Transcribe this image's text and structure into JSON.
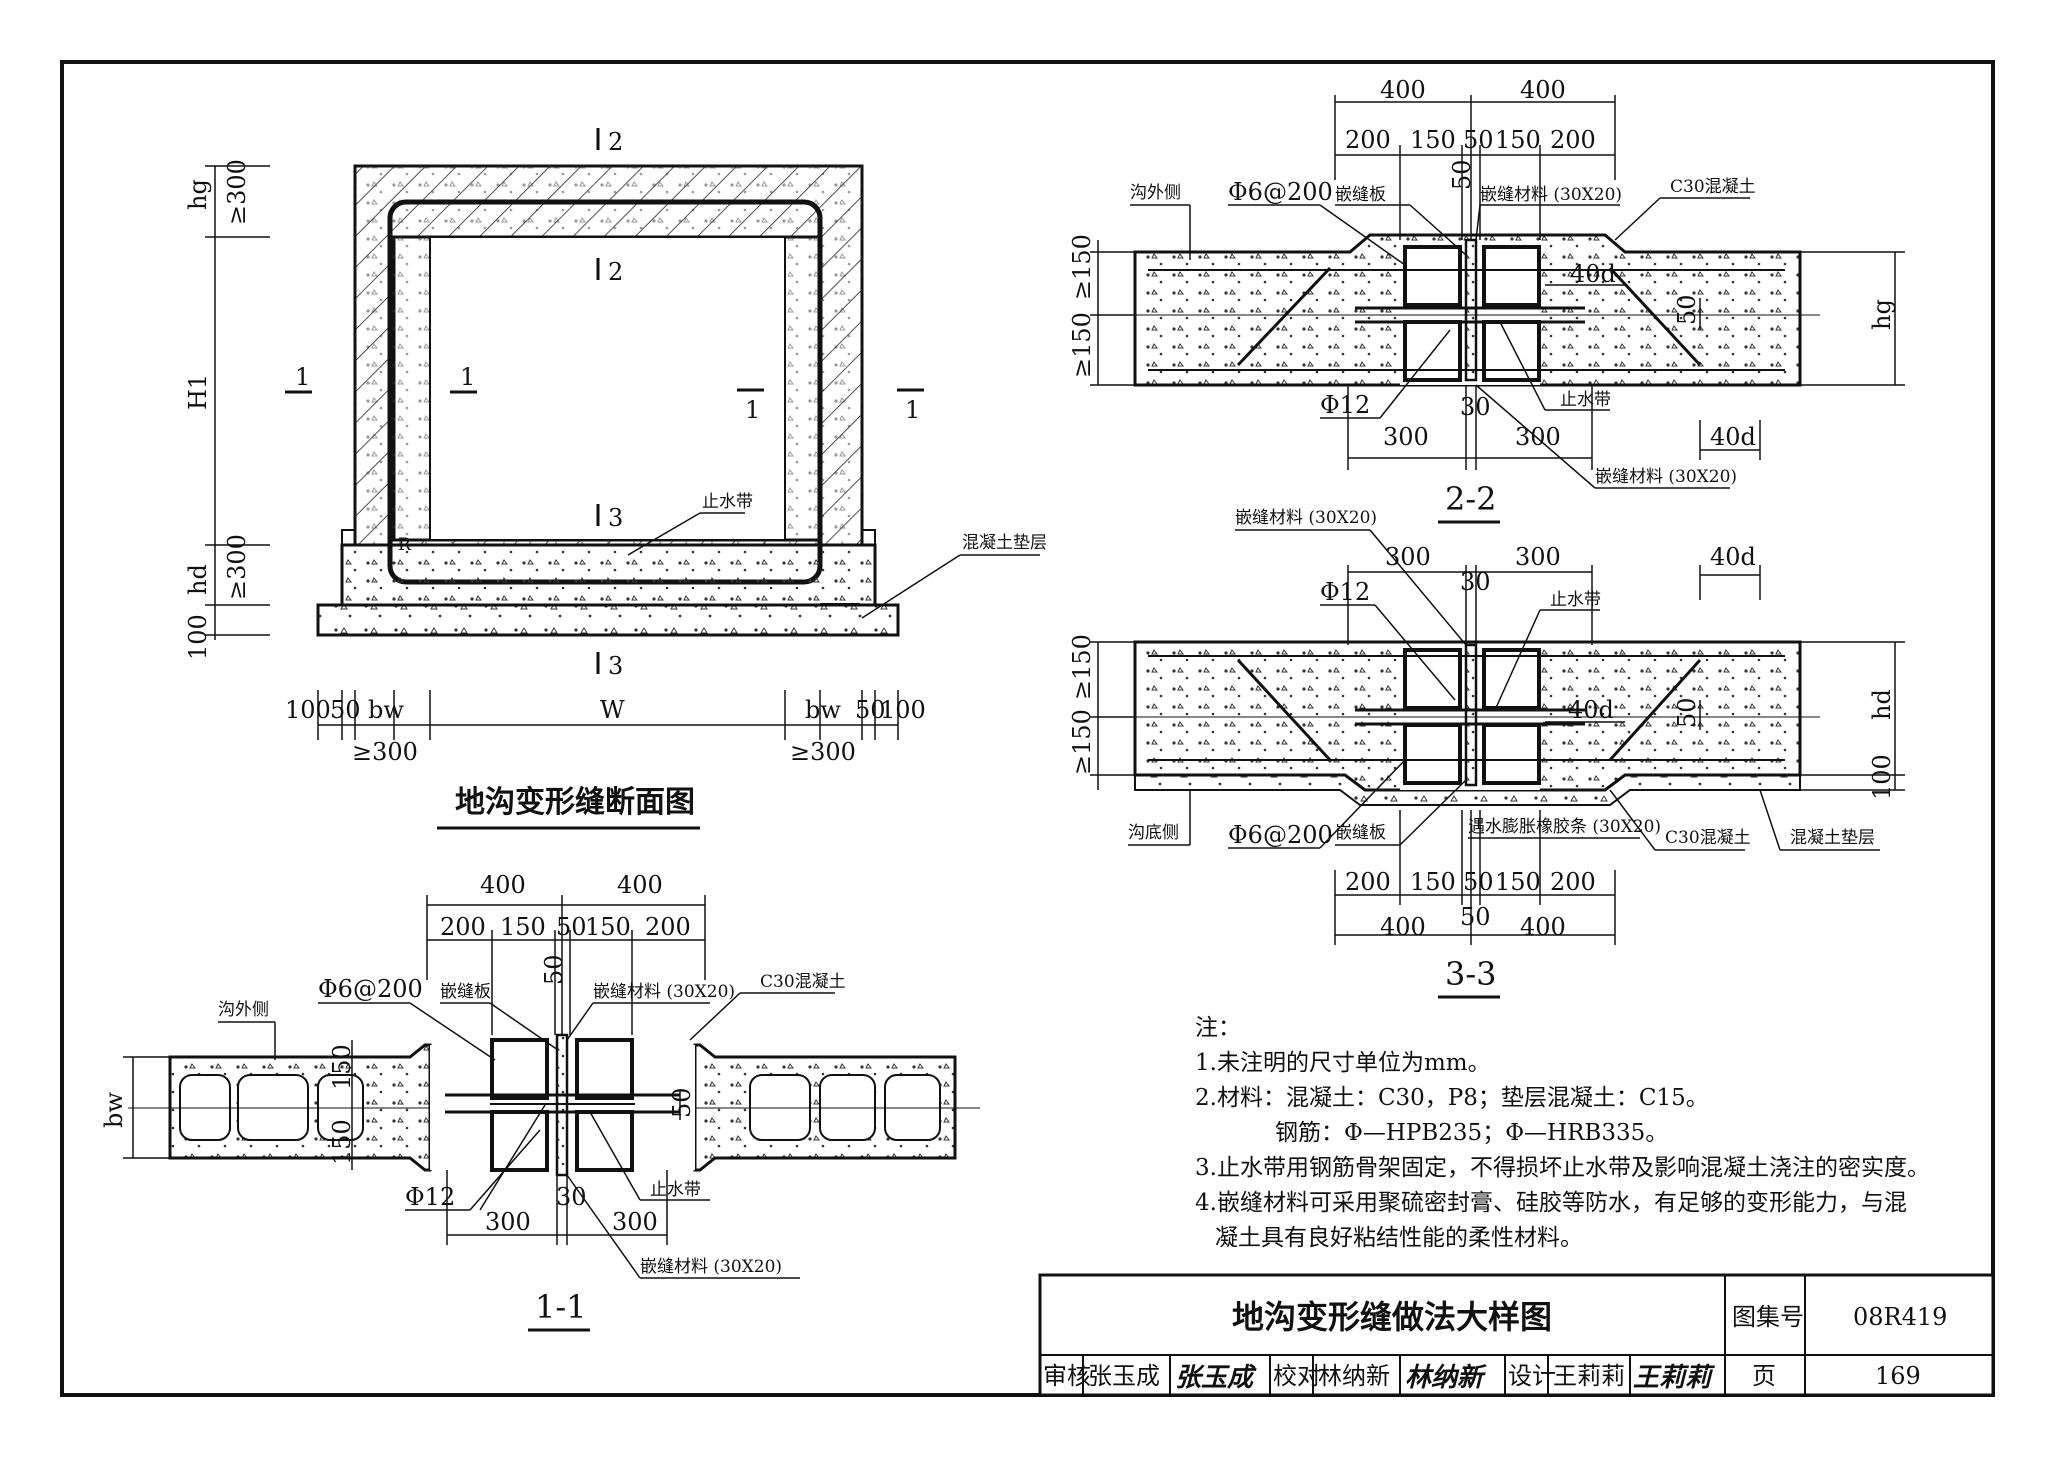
{
  "section_view": {
    "title": "地沟变形缝断面图",
    "cut_marks": [
      "1",
      "1",
      "1",
      "1",
      "2",
      "2",
      "3",
      "3"
    ],
    "dims_left": [
      "hg",
      "≥300",
      "H1",
      "hd",
      "≥300",
      "100"
    ],
    "dims_bottom": [
      "100",
      "50",
      "bw",
      "W",
      "bw",
      "50",
      "100"
    ],
    "dims_bottom_min": [
      "≥300",
      "≥300"
    ],
    "label_waterstop": "止水带",
    "label_cushion": "混凝土垫层",
    "label_r": "R"
  },
  "detail_11": {
    "title": "1-1",
    "label_outside": "沟外侧",
    "label_stirrup": "Φ6@200",
    "label_joint_board": "嵌缝板",
    "label_sealant_top": "嵌缝材料 (30X20)",
    "label_concrete": "C30混凝土",
    "label_rebar": "Φ12",
    "label_waterstop": "止水带",
    "label_sealant_bottom": "嵌缝材料 (30X20)",
    "dims_top": [
      "400",
      "400"
    ],
    "dims_top2": [
      "200",
      "150",
      "50",
      "150",
      "200"
    ],
    "dim_50_top": "50",
    "dims_bottom": [
      "300",
      "30",
      "300"
    ],
    "dim_left": "bw",
    "dim_150a": "150",
    "dim_150b": "150",
    "dim_50": "50"
  },
  "detail_22": {
    "title": "2-2",
    "label_outside": "沟外侧",
    "label_stirrup": "Φ6@200",
    "label_joint_board": "嵌缝板",
    "label_sealant_top": "嵌缝材料 (30X20)",
    "label_concrete": "C30混凝土",
    "label_rebar": "Φ12",
    "label_waterstop": "止水带",
    "label_sealant_bottom": "嵌缝材料 (30X20)",
    "dims_top": [
      "400",
      "400"
    ],
    "dims_top2": [
      "200",
      "150",
      "50",
      "150",
      "200"
    ],
    "dim_50_top": "50",
    "dims_bottom": [
      "300",
      "30",
      "300"
    ],
    "dim_40d_a": "40d",
    "dim_40d_b": "40d",
    "dim_50": "50",
    "dim_hg": "hg",
    "dim_150a": "≥150",
    "dim_150b": "≥150"
  },
  "detail_33": {
    "title": "3-3",
    "label_sealant_top": "嵌缝材料 (30X20)",
    "label_rebar": "Φ12",
    "label_waterstop": "止水带",
    "label_bottom_side": "沟底侧",
    "label_stirrup": "Φ6@200",
    "label_joint_board": "嵌缝板",
    "label_swelling": "遇水膨胀橡胶条 (30X20)",
    "label_concrete": "C30混凝土",
    "label_cushion": "混凝土垫层",
    "dims_top": [
      "300",
      "30",
      "300"
    ],
    "dim_40d_a": "40d",
    "dim_40d_b": "40d",
    "dim_50": "50",
    "dim_hd": "hd",
    "dim_100": "100",
    "dim_150a": "≥150",
    "dim_150b": "≥150",
    "dims_bottom": [
      "200",
      "150",
      "50",
      "150",
      "200"
    ],
    "dims_bottom2": [
      "400",
      "400"
    ],
    "dim_50_bottom": "50"
  },
  "notes": {
    "heading": "注：",
    "lines": [
      "1.未注明的尺寸单位为mm。",
      "2.材料：混凝土：C30，P8；垫层混凝土：C15。",
      "钢筋：Φ—HPB235；Φ—HRB335。",
      "3.止水带用钢筋骨架固定，不得损坏止水带及影响混凝土浇注的密实度。",
      "4.嵌缝材料可采用聚硫密封膏、硅胶等防水，有足够的变形能力，与混",
      "凝土具有良好粘结性能的柔性材料。"
    ]
  },
  "title_block": {
    "title": "地沟变形缝做法大样图",
    "atlas_label": "图集号",
    "atlas_no": "08R419",
    "review_label": "审核",
    "reviewer": "张玉成",
    "reviewer_sig": "张玉成",
    "check_label": "校对",
    "checker": "林纳新",
    "checker_sig": "林纳新",
    "design_label": "设计",
    "designer": "王莉莉",
    "designer_sig": "王莉莉",
    "page_label": "页",
    "page_no": "169"
  }
}
